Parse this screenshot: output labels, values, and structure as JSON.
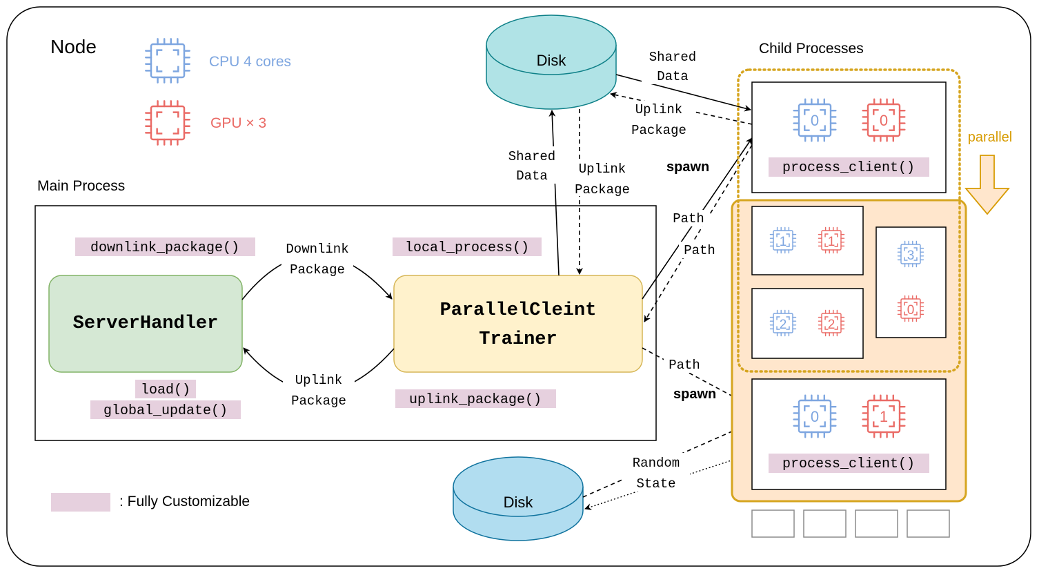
{
  "node": {
    "title": "Node"
  },
  "legend_top": {
    "cpu_label": "CPU 4 cores",
    "gpu_label": "GPU × 3"
  },
  "main_process": {
    "title": "Main Process"
  },
  "server_handler": {
    "label": "ServerHandler",
    "fn_downlink": "downlink_package()",
    "fn_load": "load()",
    "fn_global_update": "global_update()"
  },
  "trainer": {
    "label_line1": "ParallelCleint",
    "label_line2": "Trainer",
    "fn_local_process": "local_process()",
    "fn_uplink": "uplink_package()"
  },
  "flows": {
    "downlink_line1": "Downlink",
    "downlink_line2": "Package",
    "uplink_main_line1": "Uplink",
    "uplink_main_line2": "Package",
    "shared_data_vert_line1": "Shared",
    "shared_data_vert_line2": "Data",
    "uplink_vert_line1": "Uplink",
    "uplink_vert_line2": "Package",
    "shared_data_top_line1": "Shared",
    "shared_data_top_line2": "Data",
    "uplink_top_line1": "Uplink",
    "uplink_top_line2": "Package",
    "spawn_top": "spawn",
    "path_a": "Path",
    "path_b": "Path",
    "path_c": "Path",
    "spawn_bottom": "spawn",
    "random_state_line1": "Random",
    "random_state_line2": "State"
  },
  "disk_top": {
    "label": "Disk"
  },
  "disk_bottom": {
    "label": "Disk"
  },
  "child_processes": {
    "title": "Child Processes",
    "parallel_label": "parallel",
    "process_client_fn": "process_client()",
    "box_a": {
      "cpu_id": "0",
      "gpu_id": "0"
    },
    "box_b": {
      "cpu_id": "1",
      "gpu_id": "1"
    },
    "box_c": {
      "cpu_id": "2",
      "gpu_id": "2"
    },
    "box_d": {
      "cpu_id": "3",
      "gpu_id": "0"
    },
    "box_e": {
      "cpu_id": "0",
      "gpu_id": "1"
    }
  },
  "legend_bottom": {
    "label": ": Fully Customizable"
  },
  "colors": {
    "cpu": "#7ea6e0",
    "gpu": "#ea6b66",
    "highlight": "#e6d0de",
    "server_fill": "#d5e8d4",
    "server_stroke": "#82b366",
    "trainer_fill": "#fff2cc",
    "trainer_stroke": "#d6b656",
    "disk_top_fill": "#b0e3e6",
    "disk_top_stroke": "#0e8088",
    "disk_bottom_fill": "#b1ddf0",
    "disk_bottom_stroke": "#10739e",
    "parallel": "#d79b00",
    "orange_fill": "#ffe6cc",
    "child_border": "#d6a520"
  }
}
